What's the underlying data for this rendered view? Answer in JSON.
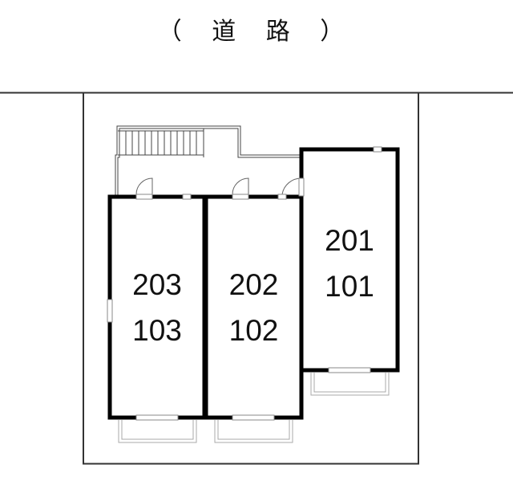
{
  "header": {
    "road_label": "（ 道 路 ）"
  },
  "units": [
    {
      "upper": "203",
      "lower": "103"
    },
    {
      "upper": "202",
      "lower": "102"
    },
    {
      "upper": "201",
      "lower": "101"
    }
  ],
  "colors": {
    "wall": "#000000",
    "line": "#333333",
    "balcony": "#aaaaaa"
  }
}
